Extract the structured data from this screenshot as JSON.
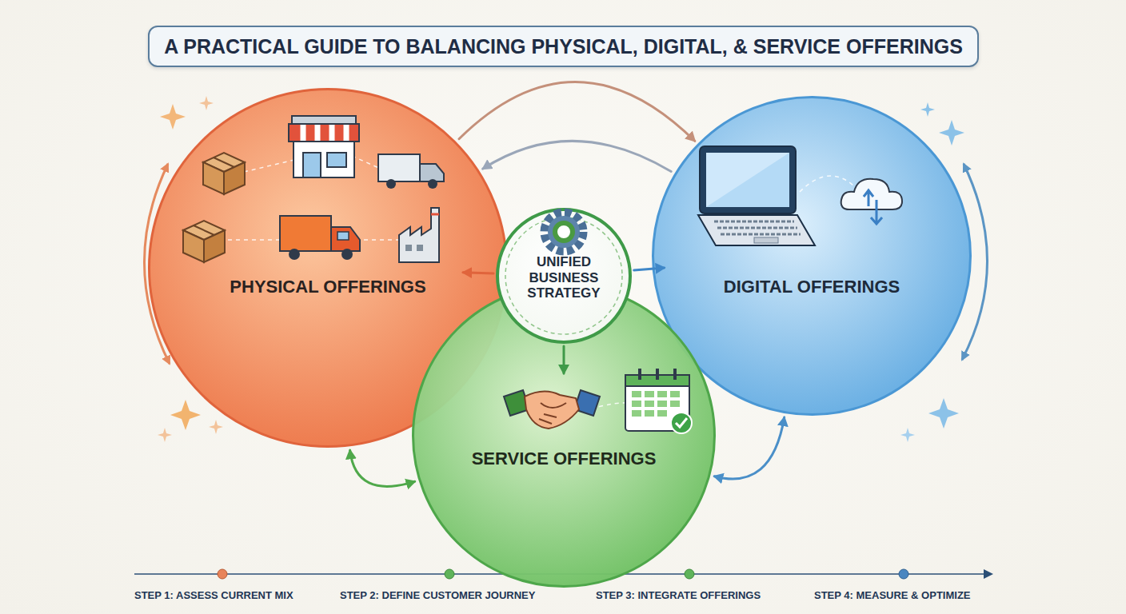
{
  "diagram": {
    "title": "A PRACTICAL GUIDE TO BALANCING PHYSICAL, DIGITAL, & SERVICE OFFERINGS",
    "nodes": [
      {
        "text": [
          "PHYSICAL OFFERINGS"
        ]
      },
      {
        "text": [
          "UNIFIED BUSINESS STRATEGY"
        ]
      },
      {
        "text": [
          "DIGITAL OFFERINGS"
        ]
      },
      {
        "text": [
          "SERVICE OFFERINGS"
        ]
      }
    ],
    "edges": [
      {
        "from": 1,
        "to": 0,
        "arrow": "to"
      },
      {
        "from": 1,
        "to": 2,
        "arrow": "to"
      },
      {
        "from": 1,
        "to": 3,
        "arrow": "to"
      },
      {
        "from": 0,
        "to": 2,
        "arrow": "to"
      },
      {
        "from": 2,
        "to": 0,
        "arrow": "to"
      },
      {
        "from": 3,
        "to": 0,
        "arrow": "both"
      },
      {
        "from": 3,
        "to": 2,
        "arrow": "both"
      }
    ],
    "labels": [
      "STEP 1: ASSESS CURRENT MIX",
      "STEP 2: DEFINE CUSTOMER JOURNEY",
      "STEP 3: INTEGRATE OFFERINGS",
      "STEP 4: MEASURE & OPTIMIZE"
    ]
  }
}
